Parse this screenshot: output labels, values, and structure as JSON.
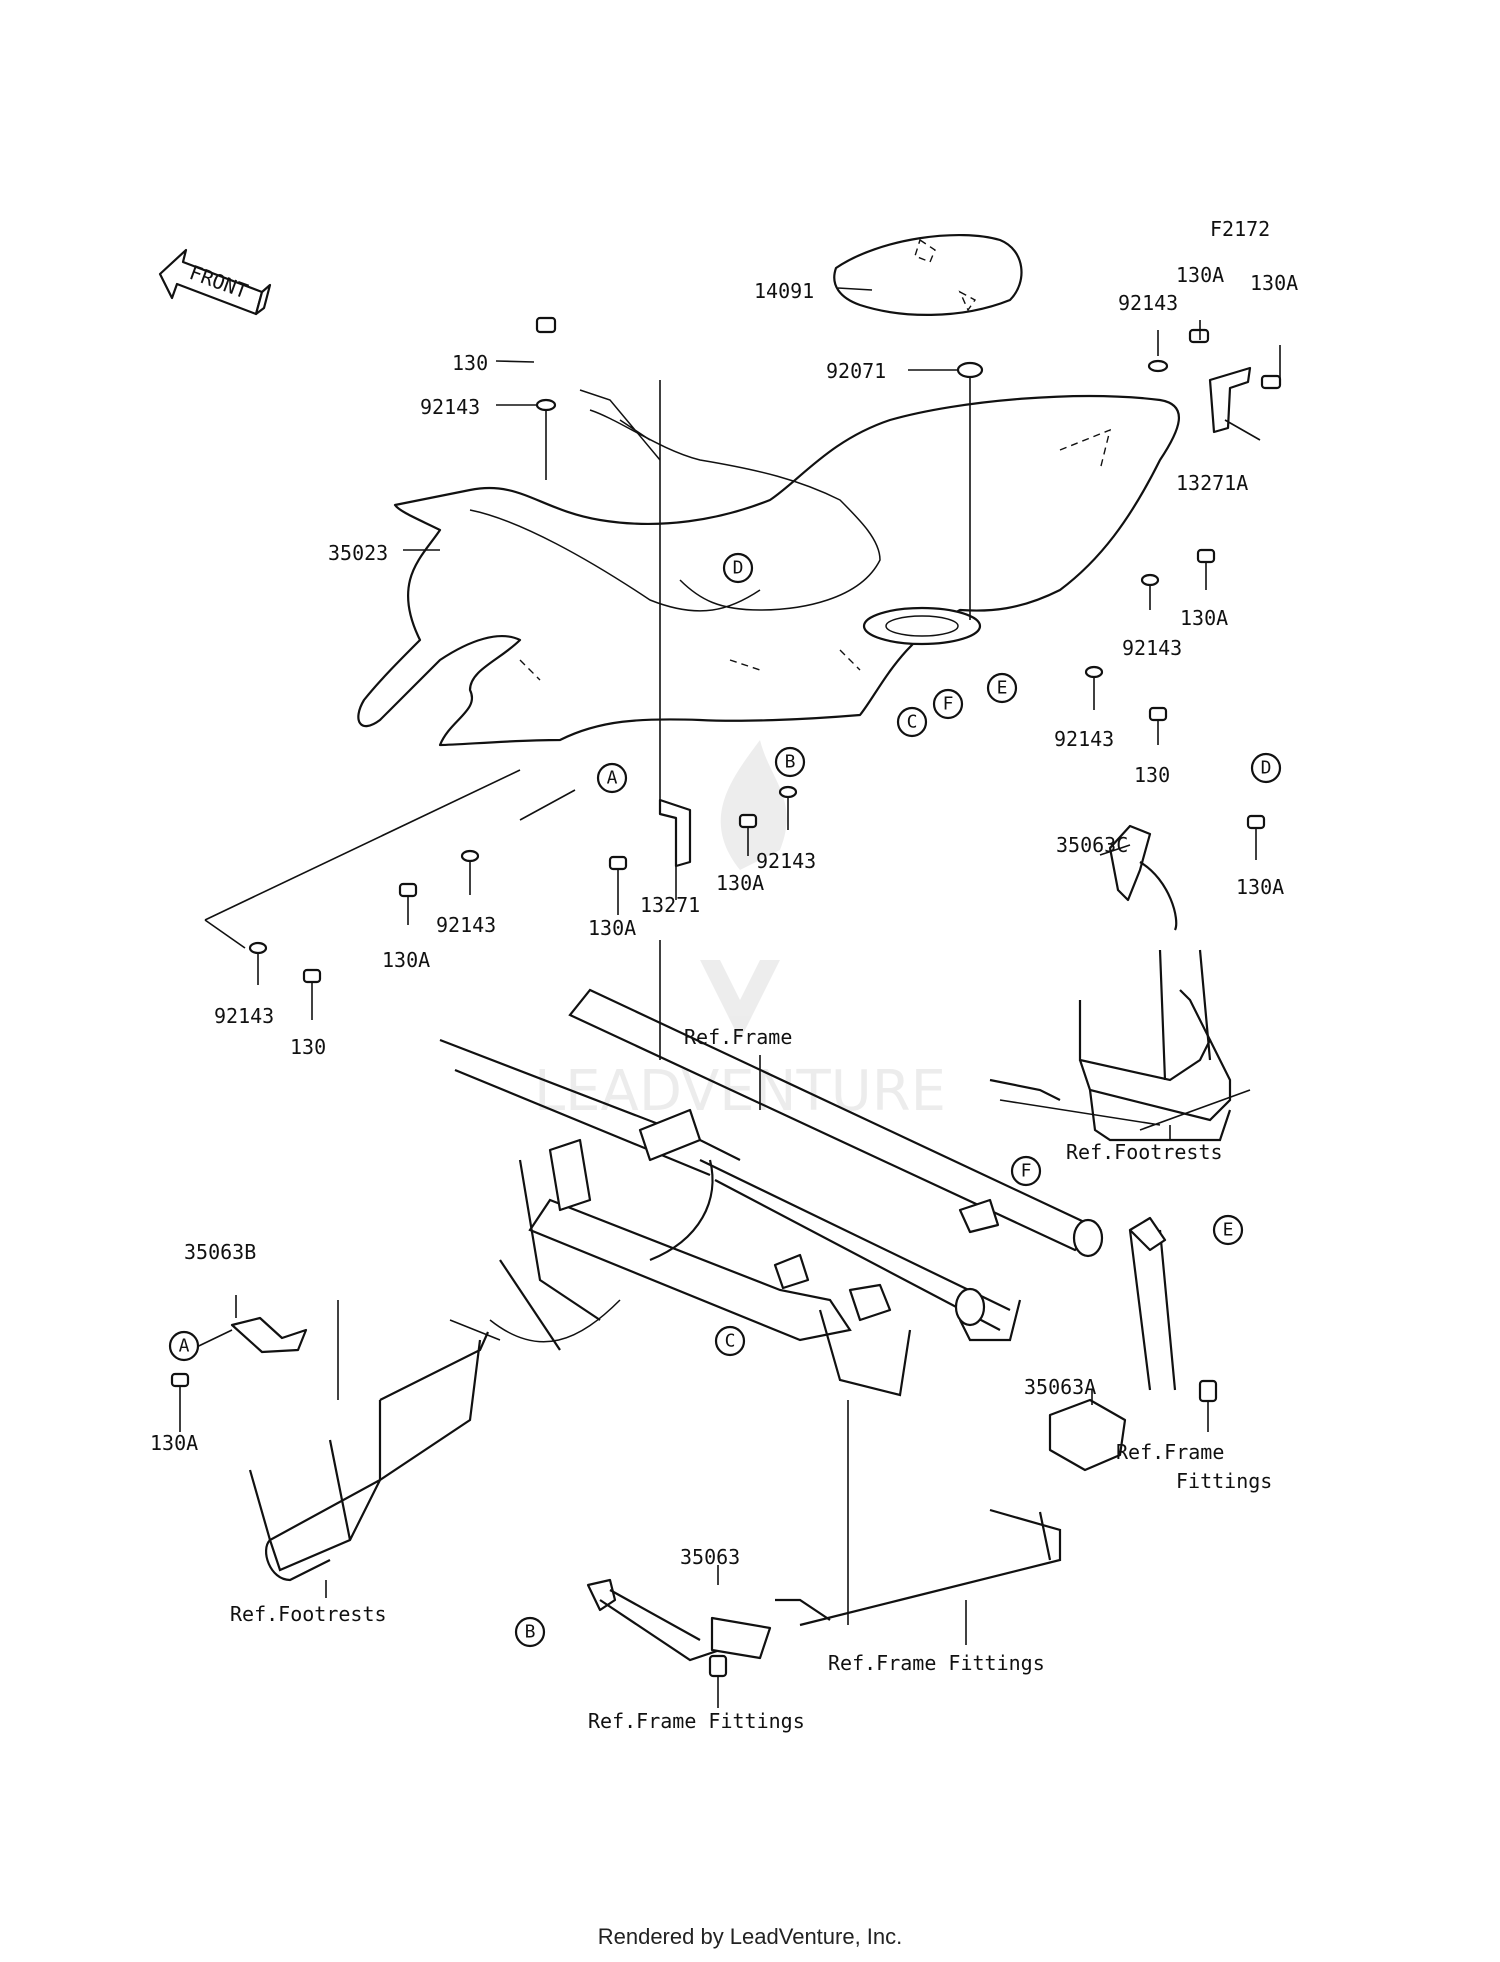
{
  "figure_code": "F2172",
  "front_label": "FRONT",
  "footer": "Rendered by LeadVenture, Inc.",
  "watermark": "LEADVENTURE",
  "part_labels": {
    "p14091": "14091",
    "p92071": "92071",
    "p130_top": "130",
    "p92143_top": "92143",
    "p35023": "35023",
    "p92143_tr": "92143",
    "p130A_tr1": "130A",
    "p130A_tr2": "130A",
    "p13271A": "13271A",
    "p130A_r": "130A",
    "p92143_r": "92143",
    "p92143_r2": "92143",
    "p130_r2": "130",
    "p35063C": "35063C",
    "p130A_d": "130A",
    "p92143_b": "92143",
    "p130A_b": "130A",
    "p13271": "13271",
    "p130A_mid": "130A",
    "p92143_mid": "92143",
    "p130A_left": "130A",
    "p92143_left": "92143",
    "p130_left": "130",
    "ref_frame": "Ref.Frame",
    "ref_footrests_r": "Ref.Footrests",
    "p35063B": "35063B",
    "p130A_bl": "130A",
    "ref_footrests_l": "Ref.Footrests",
    "p35063A": "35063A",
    "ref_frame_fittings_r1": "Ref.Frame",
    "ref_frame_fittings_r2": "Fittings",
    "p35063": "35063",
    "ref_frame_fittings_m": "Ref.Frame Fittings",
    "ref_frame_fittings_b": "Ref.Frame Fittings"
  },
  "callouts": {
    "A1": "A",
    "B1": "B",
    "C1": "C",
    "D1": "D",
    "E1": "E",
    "F1": "F",
    "D2": "D",
    "F2": "F",
    "C2": "C",
    "E2": "E",
    "A2": "A",
    "B2": "B"
  }
}
